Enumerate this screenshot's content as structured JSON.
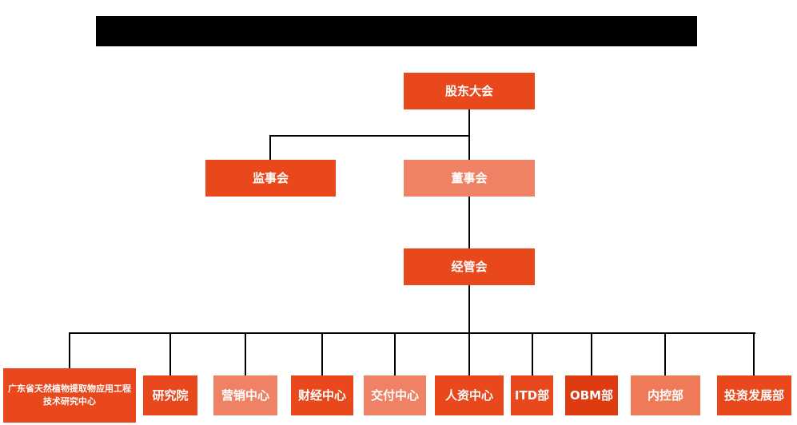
{
  "org_chart": {
    "title_block": {
      "text": "",
      "note": "redacted-black-bar"
    },
    "colors": {
      "primary": "#e8481c",
      "light": "#ef8265",
      "dark": "#de3c10",
      "medium": "#ee7a58",
      "connector": "#000000",
      "node_text": "#ffffff"
    },
    "nodes": {
      "shareholders": {
        "label": "股东大会",
        "color": "#e8481c"
      },
      "supervisory": {
        "label": "监事会",
        "color": "#e8481c"
      },
      "board": {
        "label": "董事会",
        "color": "#ef8265"
      },
      "management": {
        "label": "经管会",
        "color": "#e8481c"
      },
      "research_center": {
        "label": "广东省天然植物提取物应用工程技术研究中心",
        "color": "#e8481c"
      },
      "research_institute": {
        "label": "研究院",
        "color": "#e8481c"
      },
      "marketing": {
        "label": "营销中心",
        "color": "#ef8265"
      },
      "finance": {
        "label": "财经中心",
        "color": "#e8481c"
      },
      "delivery": {
        "label": "交付中心",
        "color": "#ef8265"
      },
      "hr": {
        "label": "人资中心",
        "color": "#e8481c"
      },
      "itd": {
        "label": "ITD部",
        "color": "#e8481c"
      },
      "obm": {
        "label": "OBM部",
        "color": "#de3c10"
      },
      "internal_control": {
        "label": "内控部",
        "color": "#ee7a58"
      },
      "investment": {
        "label": "投资发展部",
        "color": "#e8481c"
      }
    },
    "edges": [
      {
        "from": "shareholders",
        "to": "supervisory"
      },
      {
        "from": "shareholders",
        "to": "board"
      },
      {
        "from": "board",
        "to": "management"
      },
      {
        "from": "management",
        "to": "research_center"
      },
      {
        "from": "management",
        "to": "research_institute"
      },
      {
        "from": "management",
        "to": "marketing"
      },
      {
        "from": "management",
        "to": "finance"
      },
      {
        "from": "management",
        "to": "delivery"
      },
      {
        "from": "management",
        "to": "hr"
      },
      {
        "from": "management",
        "to": "itd"
      },
      {
        "from": "management",
        "to": "obm"
      },
      {
        "from": "management",
        "to": "internal_control"
      },
      {
        "from": "management",
        "to": "investment"
      }
    ]
  }
}
